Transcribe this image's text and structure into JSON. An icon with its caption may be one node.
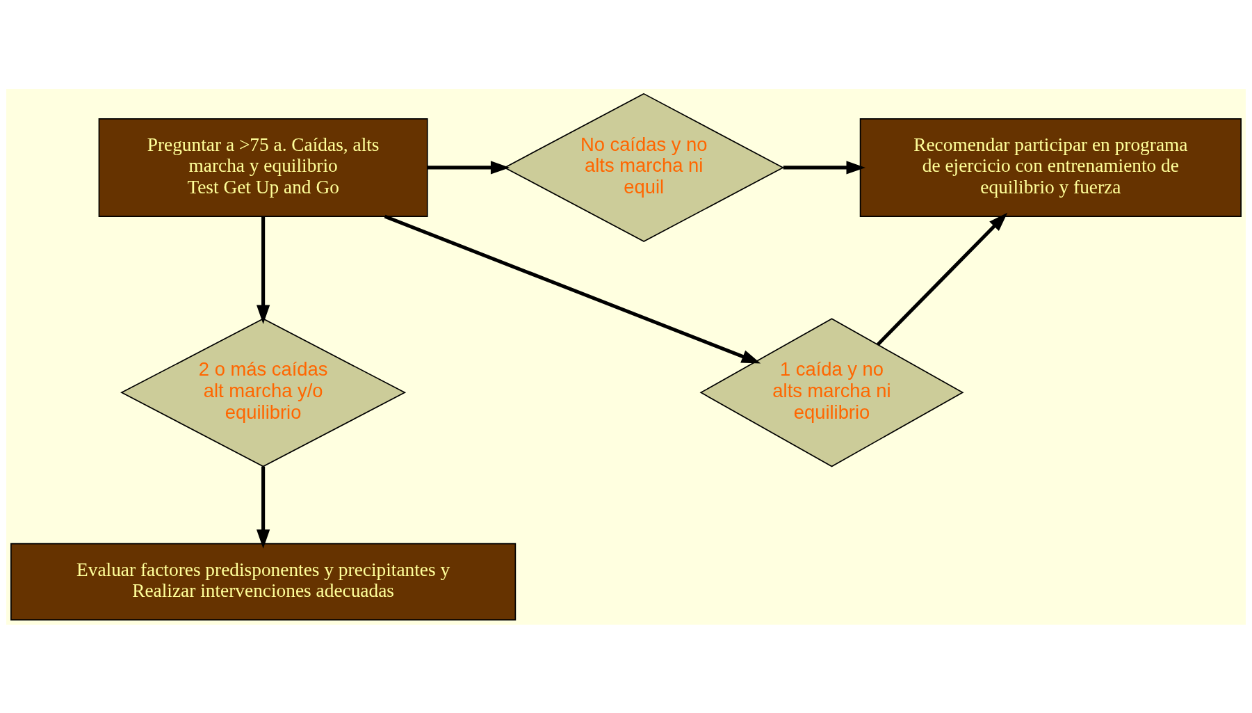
{
  "diagram": {
    "nodes": [
      {
        "text": [
          "Preguntar a >75 a. Caídas, alts marcha y equilibrio",
          "Test Get Up and Go"
        ]
      },
      {
        "text": [
          "No caídas y no alts marcha ni equil"
        ]
      },
      {
        "text": [
          "Recomendar participar en programa de ejercicio con entrenamiento de equilibrio y fuerza"
        ]
      },
      {
        "text": [
          "2 o más caídas alt marcha y/o equilibrio"
        ]
      },
      {
        "text": [
          "1 caída y no alts marcha ni equilibrio"
        ]
      },
      {
        "text": [
          "Evaluar factores predisponentes y precipitantes y Realizar intervenciones adecuadas"
        ]
      }
    ],
    "edges": [
      {
        "from": 0,
        "to": 1,
        "arrow": "to"
      },
      {
        "from": 1,
        "to": 2,
        "arrow": "to"
      },
      {
        "from": 0,
        "to": 3,
        "arrow": "to"
      },
      {
        "from": 0,
        "to": 4,
        "arrow": "to"
      },
      {
        "from": 3,
        "to": 5,
        "arrow": "to"
      },
      {
        "from": 4,
        "to": 2,
        "arrow": "to"
      }
    ]
  }
}
